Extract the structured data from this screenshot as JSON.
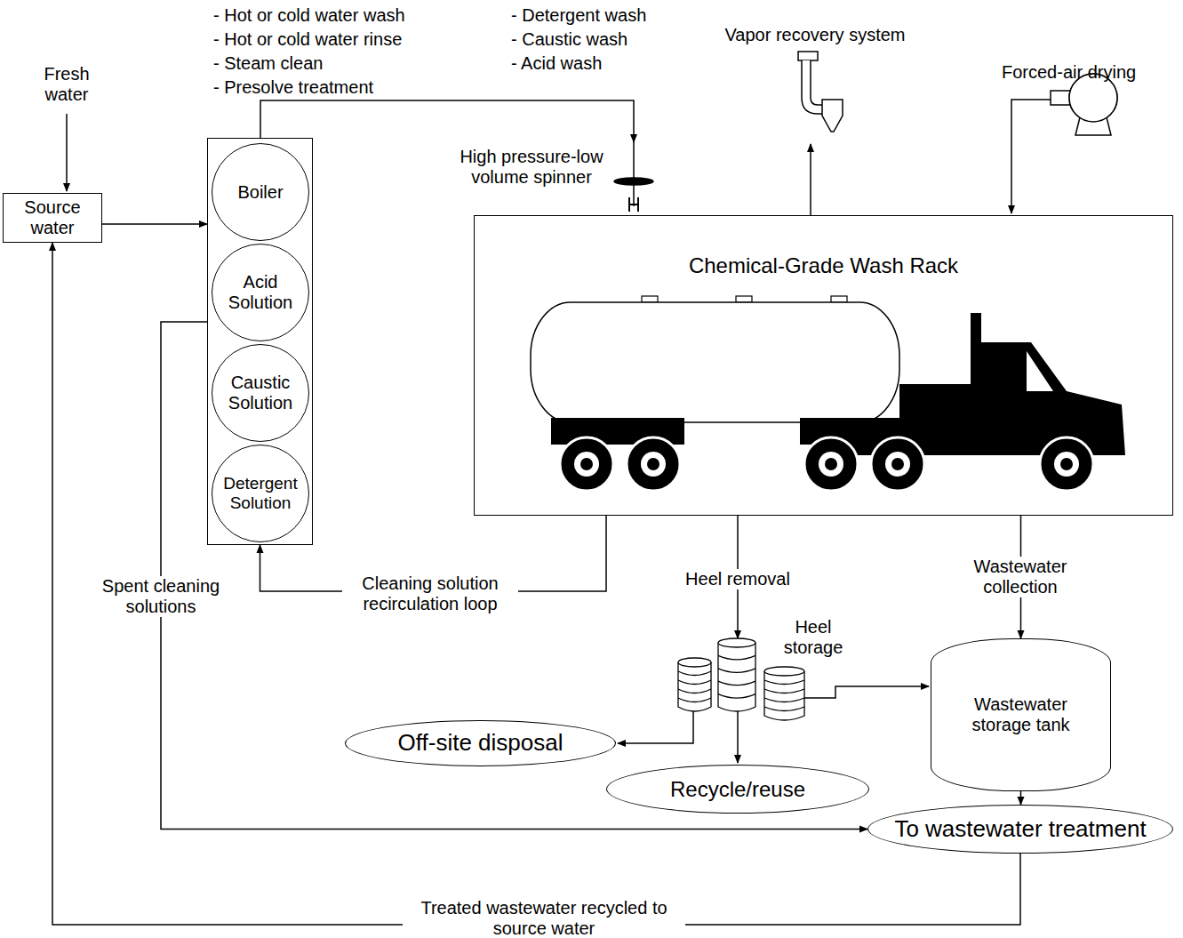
{
  "diagram": {
    "nodes": [
      {
        "text": [
          "Source water"
        ]
      },
      {
        "text": []
      },
      {
        "text": [
          "Boiler"
        ],
        "in": 1
      },
      {
        "text": [
          "Acid Solution"
        ],
        "in": 1
      },
      {
        "text": [
          "Caustic Solution"
        ],
        "in": 1
      },
      {
        "text": [
          "Detergent Solution"
        ],
        "in": 1
      },
      {
        "text": [
          "Chemical-Grade Wash Rack"
        ]
      },
      {
        "text": [
          "Wastewater storage tank"
        ]
      },
      {
        "text": [
          "Off-site disposal"
        ]
      },
      {
        "text": [
          "Recycle/reuse"
        ]
      },
      {
        "text": [
          "To wastewater treatment"
        ]
      }
    ],
    "edges": [
      {
        "from": 0,
        "to": 1,
        "arrow": "to"
      },
      {
        "from": 1,
        "to": 10,
        "label": "Spent cleaning solutions",
        "arrow": "to"
      },
      {
        "from": 6,
        "to": 1,
        "label": "Cleaning solution recirculation loop",
        "arrow": "to"
      },
      {
        "from": 6,
        "to": 7,
        "label": "Wastewater collection",
        "arrow": "to"
      },
      {
        "from": 7,
        "to": 10,
        "arrow": "to"
      },
      {
        "from": 10,
        "to": 0,
        "label": "Treated wastewater recycled to source water",
        "arrow": "to"
      }
    ],
    "labels": [
      "Fresh water",
      "- Hot or cold water wash",
      "- Hot or cold water rinse",
      "- Steam clean",
      "- Presolve treatment",
      "- Detergent wash",
      "- Caustic wash",
      "- Acid wash",
      "Vapor recovery system",
      "Forced-air drying",
      "High pressure-low volume spinner",
      "Heel removal",
      "Heel storage"
    ]
  }
}
